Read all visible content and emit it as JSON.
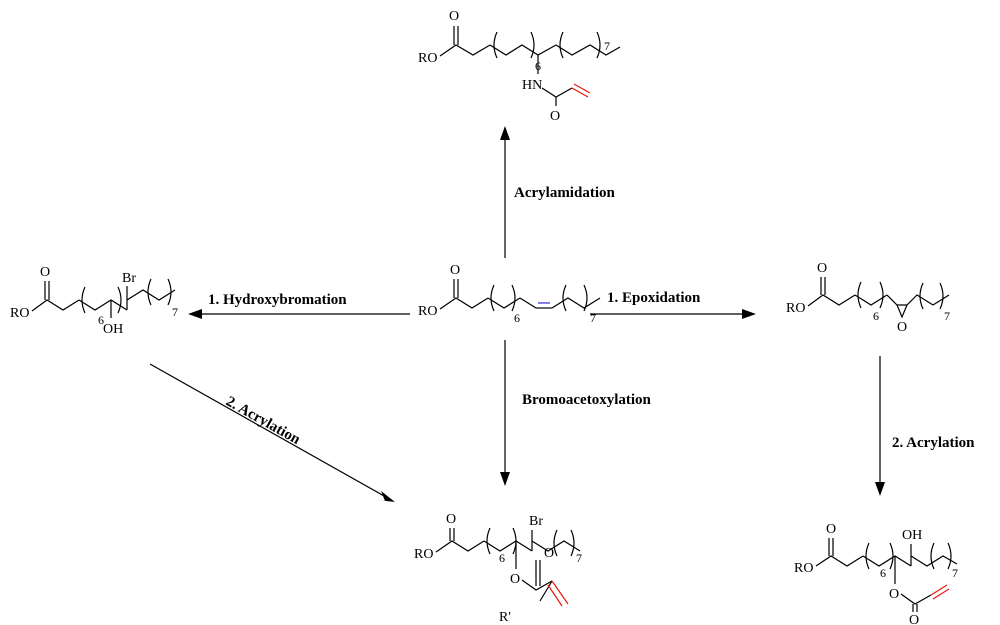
{
  "reactions": {
    "acrylamidation": "Acrylamidation",
    "hydroxybromation": "1. Hydroxybromation",
    "epoxidation": "1. Epoxidation",
    "bromoacetoxylation": "Bromoacetoxylation",
    "acrylation_left": "2. Acrylation",
    "acrylation_right": "2. Acrylation"
  },
  "atoms": {
    "ester_r": "RO",
    "oxygen": "O",
    "nh": "HN",
    "br": "Br",
    "oh": "OH",
    "r_prime": "R'"
  },
  "subscripts": {
    "six": "6",
    "seven": "7"
  },
  "colors": {
    "acrylate_bond": "#e8170f",
    "cis_double_bond": "#2b2bd6"
  }
}
